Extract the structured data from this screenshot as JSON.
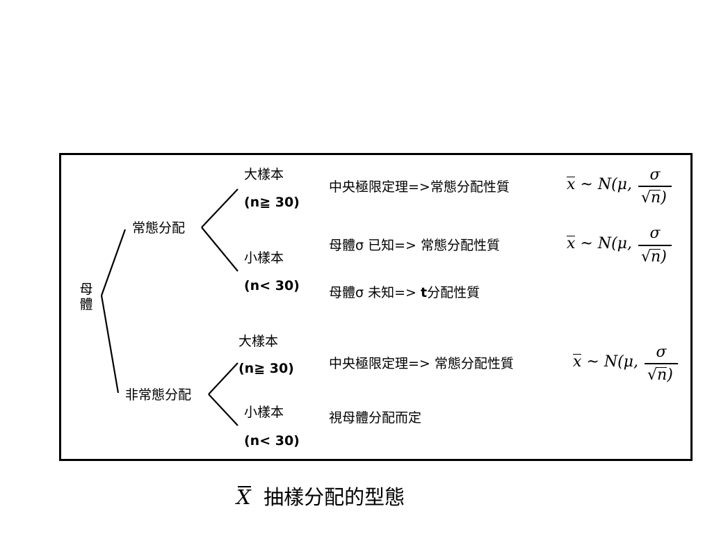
{
  "root": "母體",
  "branches": {
    "normal": "常態分配",
    "nonnormal": "非常態分配"
  },
  "normal": {
    "large": {
      "label": "大樣本",
      "cond": "(n≧ 30)",
      "rule": "中央極限定理=>常態分配性質"
    },
    "small": {
      "label": "小樣本",
      "cond": "(n< 30)",
      "known": "母體σ 已知=>  常態分配性質",
      "unknown_pre": "母體σ 未知=>   ",
      "unknown_t": "t",
      "unknown_post": "分配性質"
    }
  },
  "nonnormal": {
    "large": {
      "label": "大樣本",
      "cond": "(n≧ 30)",
      "rule": "中央極限定理=> 常態分配性質"
    },
    "small": {
      "label": "小樣本",
      "cond": "(n< 30)",
      "rule": "視母體分配而定"
    }
  },
  "formula": {
    "x": "x",
    "tilde_N": " ~ N(μ,",
    "sigma": "σ",
    "n": "n",
    "close": ")"
  },
  "caption": {
    "symbol": "X",
    "text": "抽樣分配的型態"
  }
}
